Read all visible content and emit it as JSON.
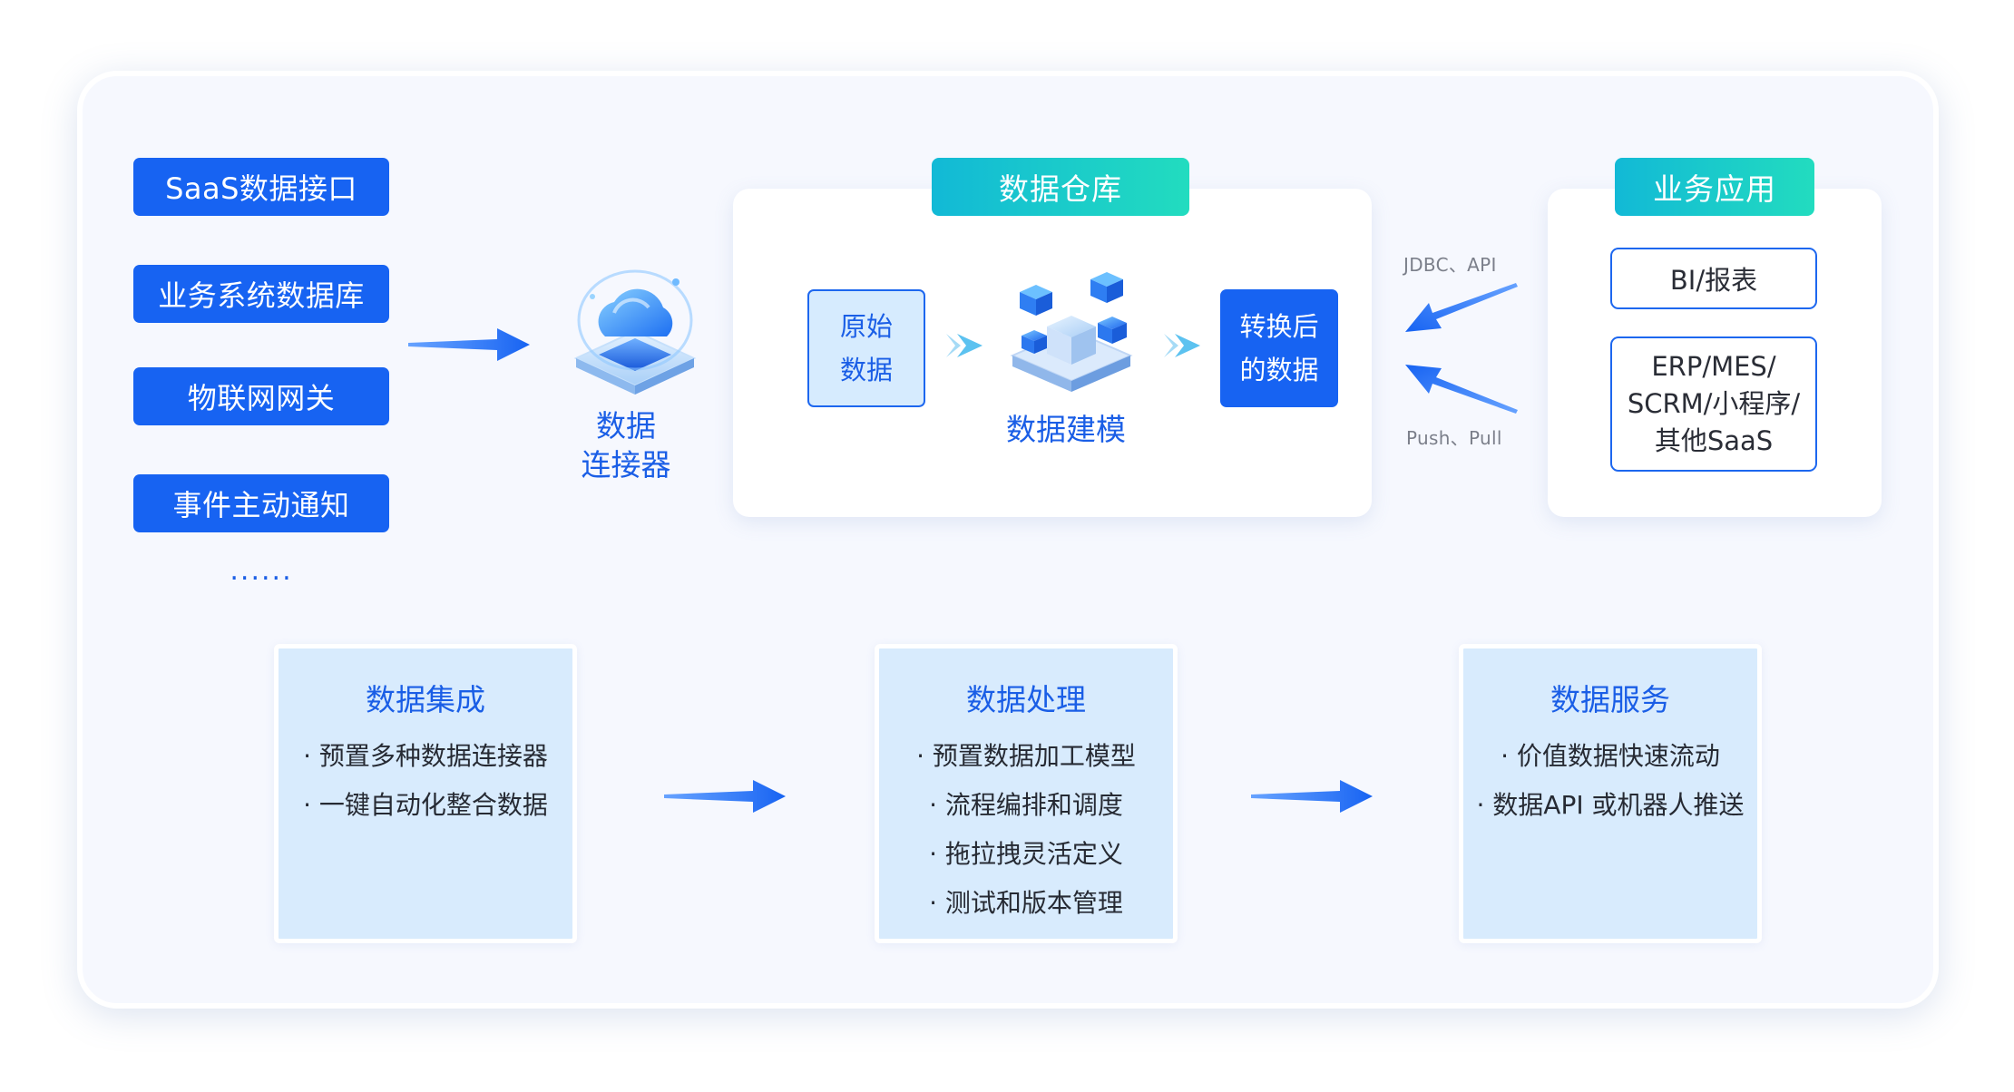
{
  "data_sources": {
    "items": [
      "SaaS数据接口",
      "业务系统数据库",
      "物联网网关",
      "事件主动通知"
    ],
    "ellipsis": "......"
  },
  "connector": {
    "label_line1": "数据",
    "label_line2": "连接器"
  },
  "warehouse": {
    "title": "数据仓库",
    "raw_data_line1": "原始",
    "raw_data_line2": "数据",
    "modeling_label": "数据建模",
    "transformed_line1": "转换后",
    "transformed_line2": "的数据"
  },
  "protocols": {
    "top": "JDBC、API",
    "bottom": "Push、Pull"
  },
  "business_apps": {
    "title": "业务应用",
    "bi_report": "BI/报表",
    "systems_line1": "ERP/MES/",
    "systems_line2": "SCRM/小程序/",
    "systems_line3": "其他SaaS"
  },
  "capabilities": [
    {
      "title": "数据集成",
      "points": [
        "· 预置多种数据连接器",
        "· 一键自动化整合数据"
      ]
    },
    {
      "title": "数据处理",
      "points": [
        "· 预置数据加工模型",
        "· 流程编排和调度",
        "· 拖拉拽灵活定义",
        "· 测试和版本管理"
      ]
    },
    {
      "title": "数据服务",
      "points": [
        "· 价值数据快速流动",
        "· 数据API 或机器人推送"
      ]
    }
  ],
  "colors": {
    "primary_blue": "#1763f2",
    "light_blue": "#d8ebfd",
    "cyan_start": "#12b9d6",
    "cyan_end": "#22dcbf",
    "panel_bg": "#f6f8fe"
  }
}
